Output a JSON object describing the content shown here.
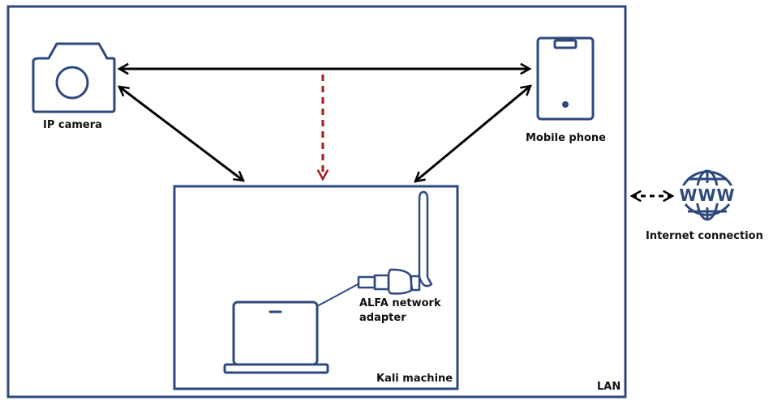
{
  "labels": {
    "camera": "IP camera",
    "phone": "Mobile phone",
    "internet": "Internet connection",
    "adapter_line1": "ALFA network",
    "adapter_line2": "adapter",
    "kali": "Kali machine",
    "lan": "LAN",
    "www": "WWW"
  },
  "colors": {
    "frame": "#2e4a7d",
    "arrow": "#000000",
    "attack_arrow": "#a01c1c",
    "text": "#111111"
  },
  "icons": [
    "camera-icon",
    "mobile-phone-icon",
    "globe-www-icon",
    "laptop-icon",
    "antenna-adapter-icon"
  ]
}
